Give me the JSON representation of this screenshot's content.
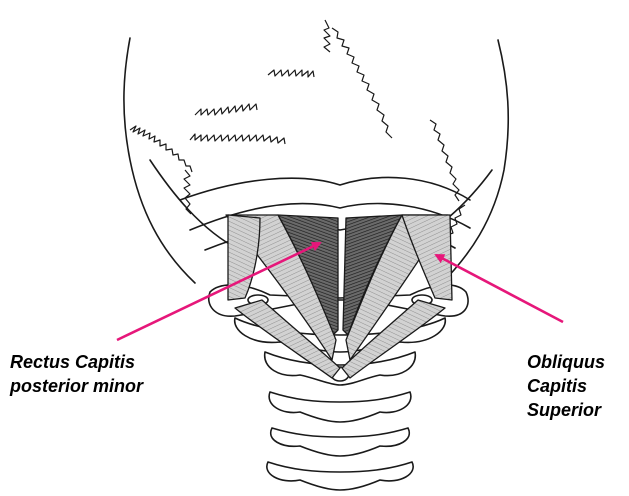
{
  "diagram": {
    "labels": {
      "left": {
        "line1": "Rectus Capitis",
        "line2": "posterior minor"
      },
      "right": {
        "line1": "Obliquus",
        "line2": "Capitis",
        "line3": "Superior"
      }
    },
    "colors": {
      "arrow": "#e6177a",
      "outline": "#1a1a1a",
      "muscle_fill": "#c8c8c8",
      "muscle_dark": "#3a3a3a"
    }
  }
}
